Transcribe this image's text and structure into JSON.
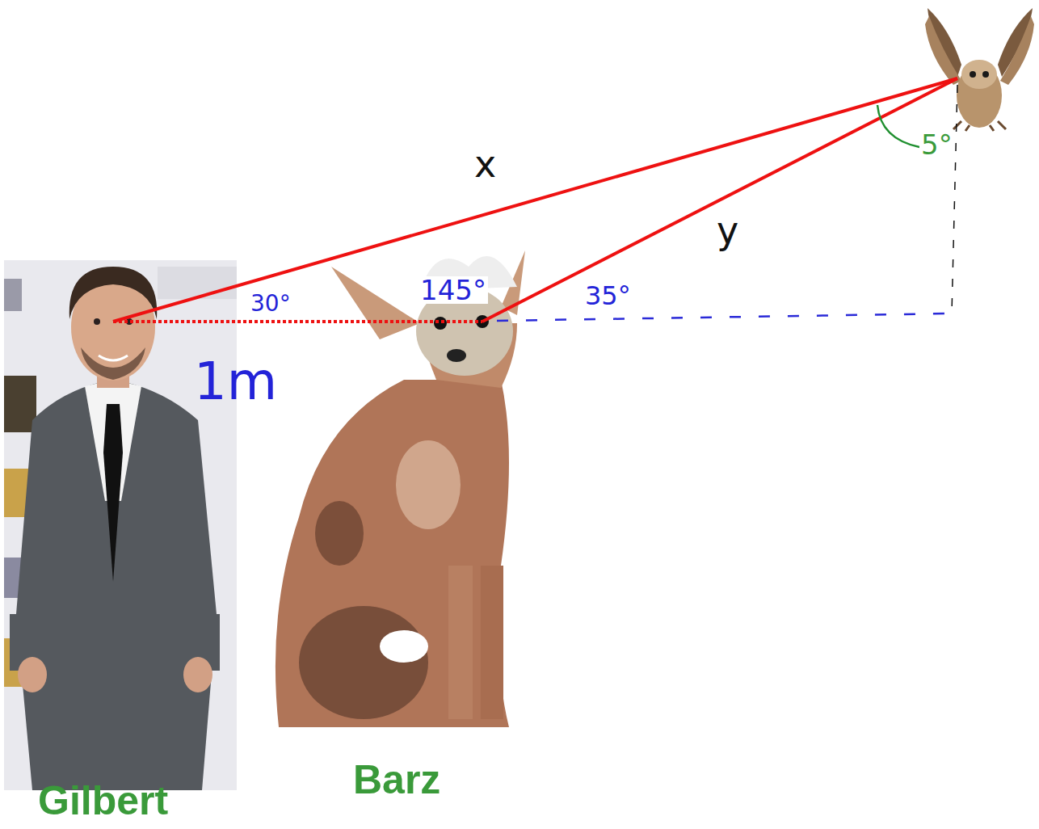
{
  "diagram": {
    "labels": [
      "Gilbert",
      "Barz",
      "x",
      "y",
      "30°",
      "145°",
      "35°",
      "5°",
      "1m"
    ]
  }
}
